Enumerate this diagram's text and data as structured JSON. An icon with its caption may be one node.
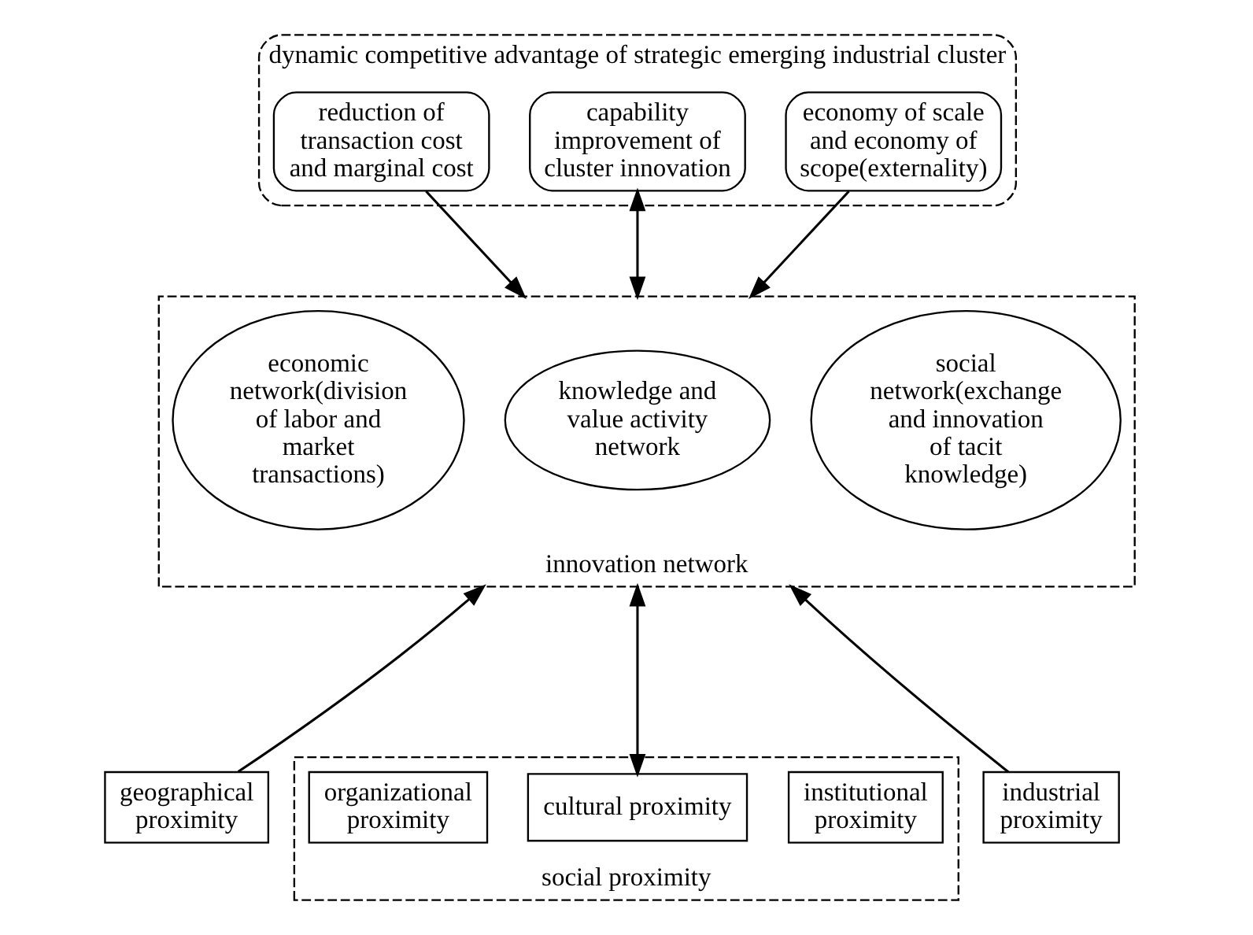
{
  "diagram": {
    "nodes": [
      {
        "text": [
          "dynamic competitive advantage of strategic emerging industrial cluster"
        ]
      },
      {
        "text": [
          "reduction of transaction cost and marginal cost"
        ],
        "in": 0
      },
      {
        "text": [
          "capability improvement of cluster innovation"
        ],
        "in": 0
      },
      {
        "text": [
          "economy of scale and economy of scope(externality)"
        ],
        "in": 0
      },
      {
        "text": [
          "innovation network"
        ]
      },
      {
        "text": [
          "economic network(division of labor and market transactions)"
        ],
        "in": 4
      },
      {
        "text": [
          "knowledge and value activity network"
        ],
        "in": 4
      },
      {
        "text": [
          "social network(exchange and innovation of tacit knowledge)"
        ],
        "in": 4
      },
      {
        "text": [
          "geographical proximity"
        ]
      },
      {
        "text": [
          "social proximity"
        ]
      },
      {
        "text": [
          "organizational proximity"
        ],
        "in": 9
      },
      {
        "text": [
          "cultural proximity"
        ],
        "in": 9
      },
      {
        "text": [
          "institutional proximity"
        ],
        "in": 9
      },
      {
        "text": [
          "industrial proximity"
        ]
      }
    ],
    "edges": [
      {
        "from": 1,
        "to": 4,
        "arrow": "to"
      },
      {
        "from": 2,
        "to": 4,
        "arrow": "both"
      },
      {
        "from": 3,
        "to": 4,
        "arrow": "to"
      },
      {
        "from": 8,
        "to": 4,
        "arrow": "to"
      },
      {
        "from": 4,
        "to": 11,
        "arrow": "both"
      },
      {
        "from": 13,
        "to": 4,
        "arrow": "to"
      }
    ]
  }
}
